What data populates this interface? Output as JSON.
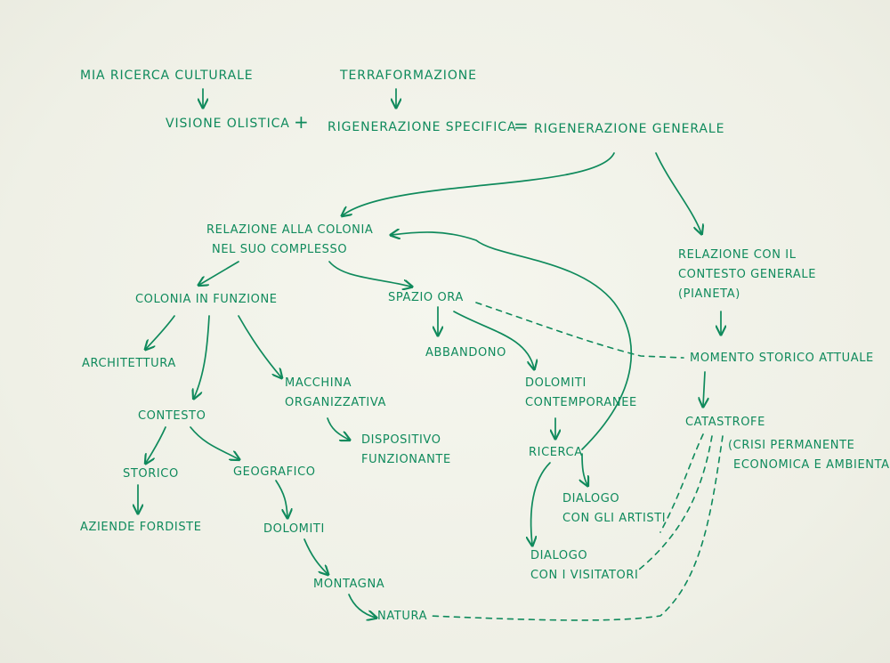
{
  "diagram": {
    "ink_color": "#0f8a5c",
    "paper_color": "#f1f2e9",
    "nodes": {
      "mia_ricerca": "MIA RICERCA CULTURALE",
      "terraformazione": "TERRAFORMAZIONE",
      "visione_olistica": "VISIONE OLISTICA",
      "plus_sign": "+",
      "rigenerazione_specifica": "RIGENERAZIONE SPECIFICA",
      "equals_sign": "=",
      "rigenerazione_generale": "RIGENERAZIONE GENERALE",
      "relazione_colonia": [
        "RELAZIONE ALLA COLONIA",
        "NEL SUO COMPLESSO"
      ],
      "relazione_contesto": [
        "RELAZIONE CON IL",
        "CONTESTO GENERALE",
        "(PIANETA)"
      ],
      "colonia_funzione": "COLONIA IN FUNZIONE",
      "spazio_ora": "SPAZIO ORA",
      "momento_storico": "MOMENTO STORICO ATTUALE",
      "architettura": "ARCHITETTURA",
      "macchina": [
        "MACCHINA",
        "ORGANIZZATIVA"
      ],
      "abbandono": "ABBANDONO",
      "dolomiti_contemporanee": [
        "DOLOMITI",
        "CONTEMPORANEE"
      ],
      "catastrofe": "CATASTROFE",
      "crisi": [
        "(CRISI PERMANENTE",
        "ECONOMICA E AMBIENTALE)"
      ],
      "contesto": "CONTESTO",
      "dispositivo": [
        "DISPOSITIVO",
        "FUNZIONANTE"
      ],
      "ricerca": "RICERCA",
      "storico": "STORICO",
      "geografico": "GEOGRAFICO",
      "dialogo_artisti": [
        "DIALOGO",
        "CON GLI ARTISTI"
      ],
      "aziende_fordiste": "AZIENDE FORDISTE",
      "dolomiti": "DOLOMITI",
      "dialogo_visitatori": [
        "DIALOGO",
        "CON I VISITATORI"
      ],
      "montagna": "MONTAGNA",
      "natura": "NATURA"
    }
  }
}
